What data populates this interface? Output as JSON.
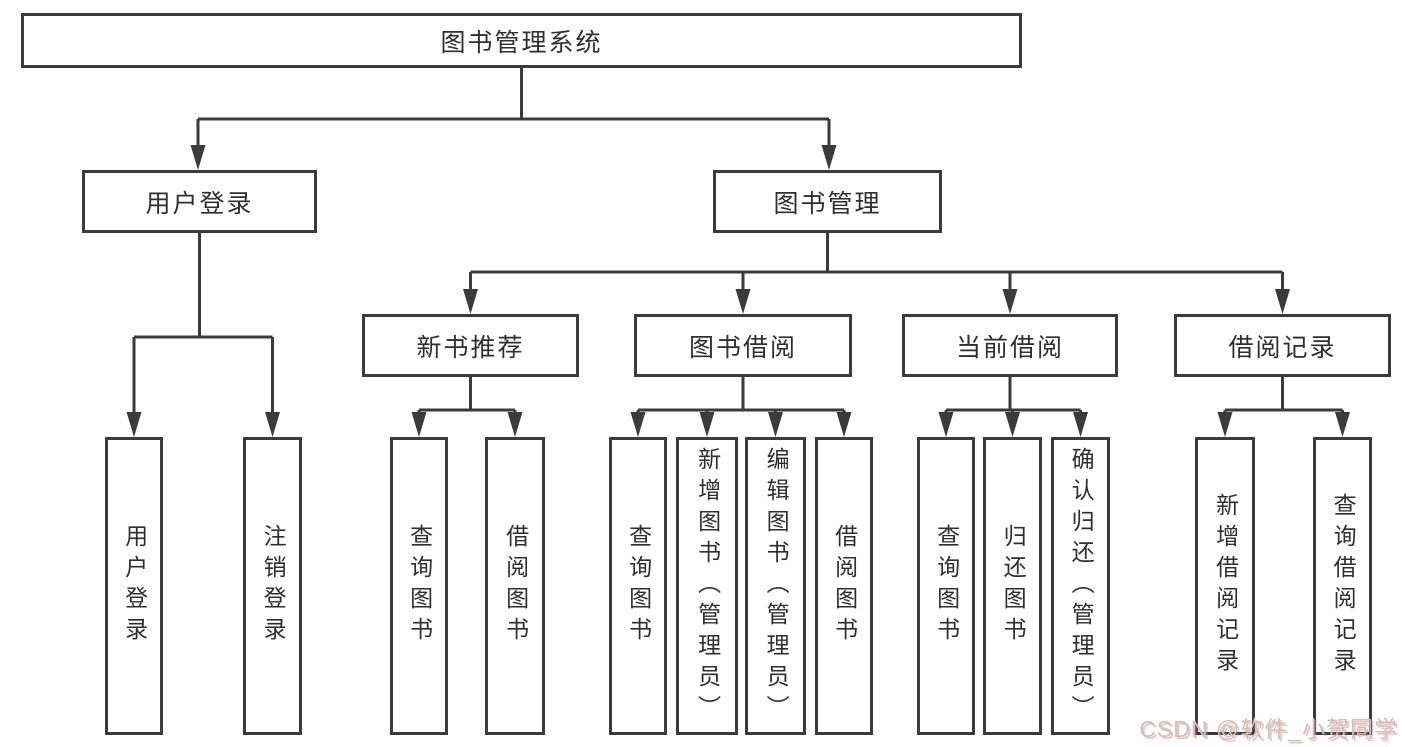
{
  "diagram_title": "图书管理系统",
  "tree": {
    "root": {
      "label": "图书管理系统",
      "children": [
        {
          "label": "用户登录",
          "children": [
            {
              "label": "用户登录"
            },
            {
              "label": "注销登录"
            }
          ]
        },
        {
          "label": "图书管理",
          "children": [
            {
              "label": "新书推荐",
              "children": [
                {
                  "label": "查询图书"
                },
                {
                  "label": "借阅图书"
                }
              ]
            },
            {
              "label": "图书借阅",
              "children": [
                {
                  "label": "查询图书"
                },
                {
                  "label": "新增图书（管理员）"
                },
                {
                  "label": "编辑图书（管理员）"
                },
                {
                  "label": "借阅图书"
                }
              ]
            },
            {
              "label": "当前借阅",
              "children": [
                {
                  "label": "查询图书"
                },
                {
                  "label": "归还图书"
                },
                {
                  "label": "确认归还（管理员）"
                }
              ]
            },
            {
              "label": "借阅记录",
              "children": [
                {
                  "label": "新增借阅记录"
                },
                {
                  "label": "查询借阅记录"
                }
              ]
            }
          ]
        }
      ]
    }
  },
  "colors": {
    "line": "#3b3b3b",
    "text": "#2f2f2f",
    "watermark_gray": "#c7c3c3",
    "watermark_red": "#f06e6e"
  },
  "watermark": "CSDN @软件_小贺同学"
}
